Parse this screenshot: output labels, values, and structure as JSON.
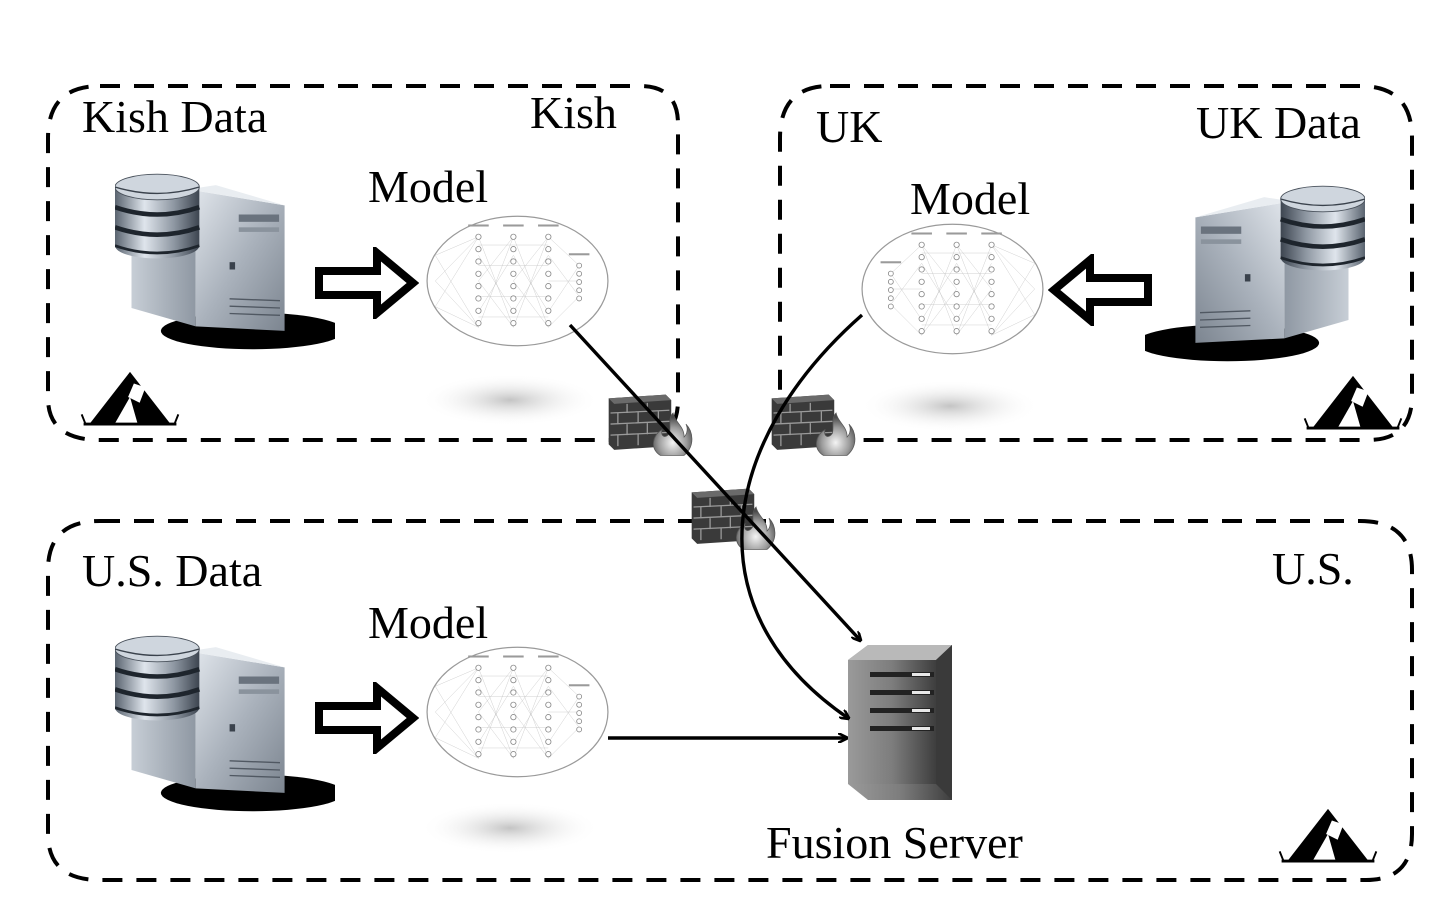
{
  "regions": {
    "kish": {
      "name": "Kish",
      "data_label": "Kish Data",
      "model_label": "Model"
    },
    "uk": {
      "name": "UK",
      "data_label": "UK Data",
      "model_label": "Model"
    },
    "us": {
      "name": "U.S.",
      "data_label": "U.S. Data",
      "model_label": "Model"
    }
  },
  "fusion_server": {
    "label": "Fusion Server"
  },
  "icons": {
    "database_server": "database-server-icon",
    "neural_network": "neural-network-icon",
    "firewall": "firewall-icon",
    "tent": "tent-icon",
    "fusion_server": "server-tower-icon",
    "transfer_arrow": "hollow-arrow-icon"
  }
}
